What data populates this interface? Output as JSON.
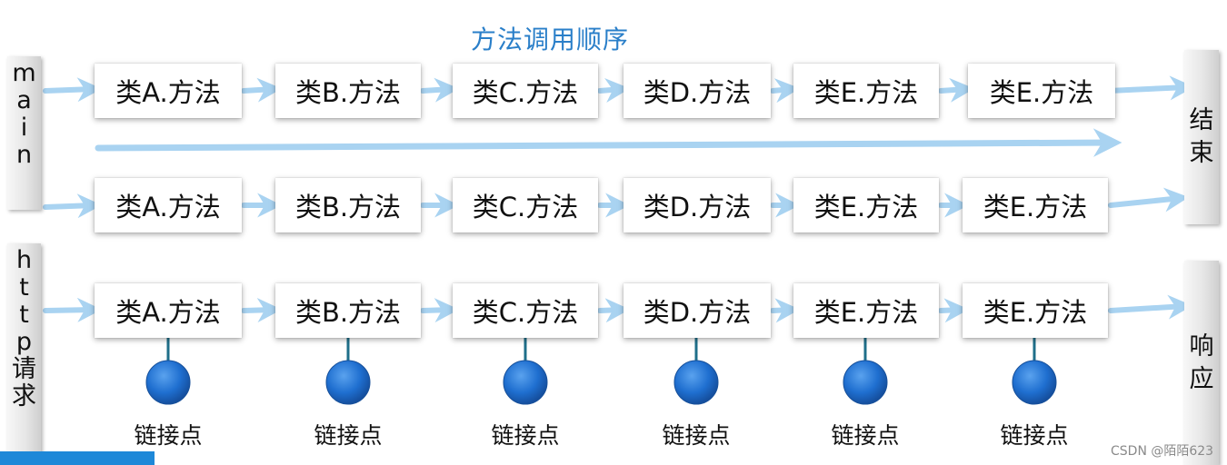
{
  "title": "方法调用顺序",
  "rows": [
    {
      "id": "main-row-1",
      "methods": [
        "类A.方法",
        "类B.方法",
        "类C.方法",
        "类D.方法",
        "类E.方法",
        "类E.方法"
      ]
    },
    {
      "id": "main-row-2",
      "methods": [
        "类A.方法",
        "类B.方法",
        "类C.方法",
        "类D.方法",
        "类E.方法",
        "类E.方法"
      ]
    },
    {
      "id": "http-row",
      "methods": [
        "类A.方法",
        "类B.方法",
        "类C.方法",
        "类D.方法",
        "类E.方法",
        "类E.方法"
      ]
    }
  ],
  "main_label_chars": [
    "m",
    "a",
    "i",
    "n"
  ],
  "http_label_chars": [
    "h",
    "t",
    "t",
    "p",
    "请",
    "求"
  ],
  "end_label_chars": [
    "结",
    "束"
  ],
  "response_label_chars": [
    "响",
    "应"
  ],
  "join_point_label": "链接点",
  "watermark": "CSDN @陌陌623",
  "colors": {
    "arrow": "#a9d3f1",
    "join_point": "#1f6fd0",
    "join_arrow": "#1f6f8a",
    "title": "#2a7fc9"
  }
}
